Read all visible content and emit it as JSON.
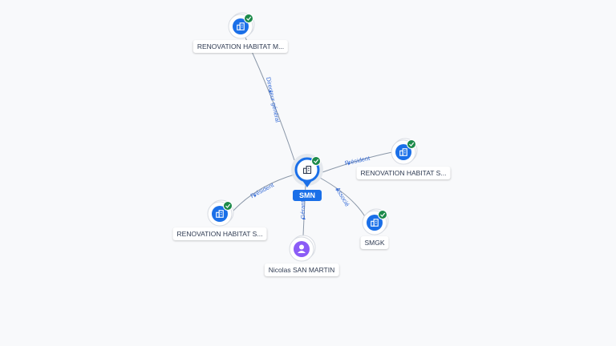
{
  "center": {
    "label": "SMN",
    "icon": "building-icon",
    "status": "verified"
  },
  "nodes": [
    {
      "id": "n1",
      "label": "RENOVATION HABITAT M...",
      "type": "company",
      "icon": "building-icon"
    },
    {
      "id": "n2",
      "label": "RENOVATION HABITAT S...",
      "type": "company",
      "icon": "building-icon"
    },
    {
      "id": "n3",
      "label": "SMGK",
      "type": "company",
      "icon": "building-icon"
    },
    {
      "id": "n4",
      "label": "RENOVATION HABITAT S...",
      "type": "company",
      "icon": "building-icon"
    },
    {
      "id": "n5",
      "label": "Nicolas SAN MARTIN",
      "type": "person",
      "icon": "person-icon"
    }
  ],
  "edges": [
    {
      "to": "n1",
      "label": "Directeur général"
    },
    {
      "to": "n2",
      "label": "Président"
    },
    {
      "to": "n3",
      "label": "Associé"
    },
    {
      "to": "n4",
      "label": "Président"
    },
    {
      "to": "n5",
      "label": "Gérant"
    }
  ],
  "colors": {
    "accent": "#1a6fe8",
    "check": "#1c8a4a",
    "person": "#8b5cf6",
    "edge": "#8a97a8"
  }
}
